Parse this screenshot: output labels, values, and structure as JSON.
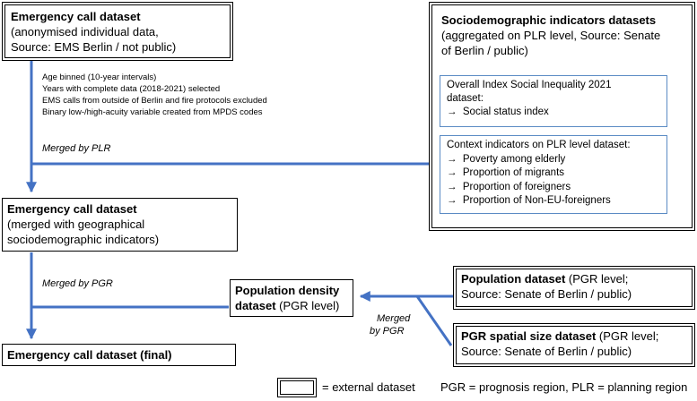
{
  "emergency_call": {
    "title": "Emergency call dataset",
    "lines": [
      "(anonymised individual data,",
      "Source: EMS Berlin / not public)"
    ]
  },
  "processing_notes": [
    "Age binned (10-year intervals)",
    "Years with complete data (2018-2021) selected",
    "EMS calls from outside of Berlin and fire protocols excluded",
    "Binary low-/high-acuity variable created from MPDS codes"
  ],
  "socio": {
    "title": "Sociodemographic indicators datasets",
    "lines": [
      "(aggregated on PLR level, Source: Senate",
      "of Berlin / public)"
    ],
    "index_box": {
      "lines": [
        "Overall Index Social Inequality 2021",
        "dataset:"
      ],
      "items": [
        "Social status index"
      ]
    },
    "context_box": {
      "lines": [
        "Context indicators on PLR level dataset:"
      ],
      "items": [
        "Poverty among elderly",
        "Proportion of migrants",
        "Proportion of foreigners",
        "Proportion of Non-EU-foreigners"
      ]
    }
  },
  "arrow_glyph": "→",
  "merged_plr": "Merged by PLR",
  "merged_geo": {
    "title": "Emergency call dataset",
    "lines": [
      "(merged with geographical",
      "sociodemographic indicators)"
    ]
  },
  "merged_pgr": "Merged by PGR",
  "merged_pgr_two": [
    "Merged",
    "by PGR"
  ],
  "pop_density": {
    "title": "Population density",
    "line_bold": "dataset",
    "line_rest": " (PGR level)"
  },
  "population": {
    "title": "Population dataset",
    "title_rest": " (PGR level;",
    "line": "Source: Senate of Berlin / public)"
  },
  "pgr_size": {
    "title": "PGR spatial size dataset",
    "title_rest": " (PGR level;",
    "line": "Source: Senate of Berlin / public)"
  },
  "final": {
    "title": "Emergency call dataset (final)"
  },
  "legend": {
    "external": "= external dataset",
    "abbrev": "PGR = prognosis region, PLR = planning region"
  }
}
